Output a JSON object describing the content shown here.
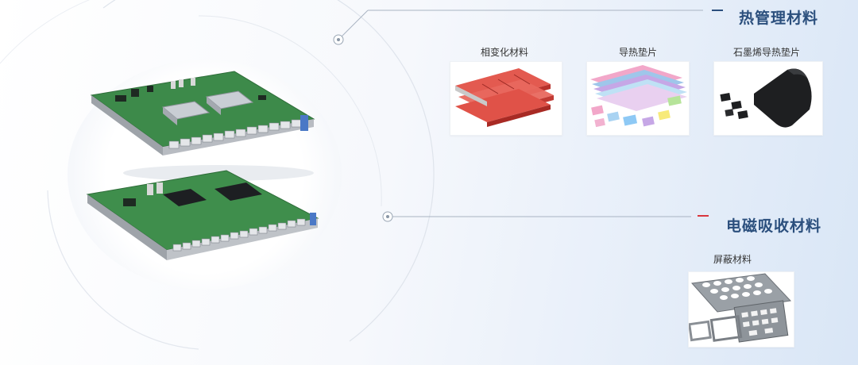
{
  "sections": [
    {
      "title": "热管理材料",
      "accent_color": "#2b4f7d",
      "materials": [
        {
          "label": "相变化材料",
          "icon": "phase-change-material-image"
        },
        {
          "label": "导热垫片",
          "icon": "thermal-pad-image"
        },
        {
          "label": "石墨烯导热垫片",
          "icon": "graphene-thermal-pad-image"
        }
      ]
    },
    {
      "title": "电磁吸收材料",
      "accent_color": "#d9363e",
      "materials": [
        {
          "label": "屏蔽材料",
          "icon": "shielding-material-image"
        }
      ]
    }
  ],
  "hero": {
    "icon": "network-switch-line-card-image"
  },
  "colors": {
    "title": "#2b4f7d",
    "connector_line": "#a9b4c2",
    "board_green": "#3d8a4a",
    "background_end": "#d9e6f6"
  }
}
